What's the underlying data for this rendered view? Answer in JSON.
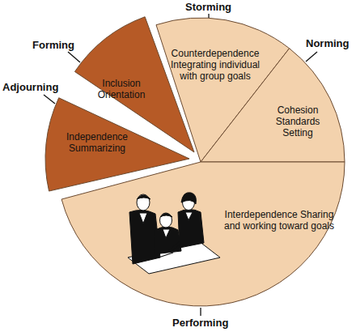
{
  "diagram": {
    "nodes": [
      {
        "text": [
          "Forming",
          "Inclusion Orientation"
        ]
      },
      {
        "text": [
          "Storming",
          "Counterdependence Integrating individual with group goals"
        ]
      },
      {
        "text": [
          "Norming",
          "Cohesion Standards Setting"
        ]
      },
      {
        "text": [
          "Performing",
          "Interdependence Sharing and working toward goals"
        ]
      },
      {
        "text": [
          "Adjourning",
          "Independence Summarizing"
        ]
      }
    ]
  }
}
